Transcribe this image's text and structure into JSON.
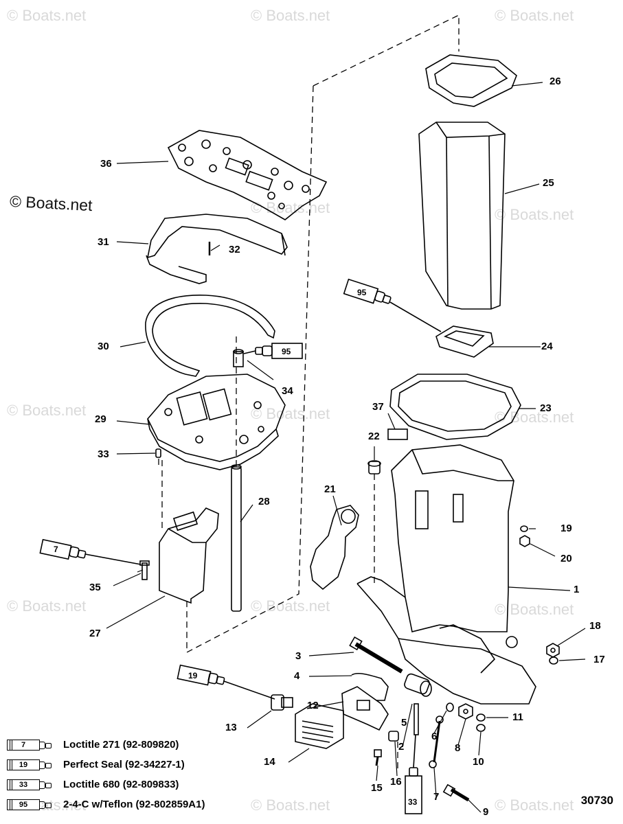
{
  "watermark": "© Boats.net",
  "brand_label": "© Boats.net",
  "figure_number": "30730",
  "parts": {
    "p1": "1",
    "p2": "2",
    "p3": "3",
    "p4": "4",
    "p5": "5",
    "p6": "6",
    "p7": "7",
    "p8": "8",
    "p9": "9",
    "p10": "10",
    "p11": "11",
    "p12": "12",
    "p13": "13",
    "p14": "14",
    "p15": "15",
    "p16": "16",
    "p17": "17",
    "p18": "18",
    "p19": "19",
    "p20": "20",
    "p21": "21",
    "p22": "22",
    "p23": "23",
    "p24": "24",
    "p25": "25",
    "p26": "26",
    "p27": "27",
    "p28": "28",
    "p29": "29",
    "p30": "30",
    "p31": "31",
    "p32": "32",
    "p33": "33",
    "p34": "34",
    "p35": "35",
    "p36": "36",
    "p37": "37"
  },
  "tube_callouts": {
    "t7": "7",
    "t19": "19",
    "t33": "33",
    "t95a": "95",
    "t95b": "95"
  },
  "legend": [
    {
      "code": "7",
      "text": "Loctitle 271 (92-809820)"
    },
    {
      "code": "19",
      "text": "Perfect Seal (92-34227-1)"
    },
    {
      "code": "33",
      "text": "Loctitle 680 (92-809833)"
    },
    {
      "code": "95",
      "text": "2-4-C w/Teflon (92-802859A1)"
    }
  ]
}
